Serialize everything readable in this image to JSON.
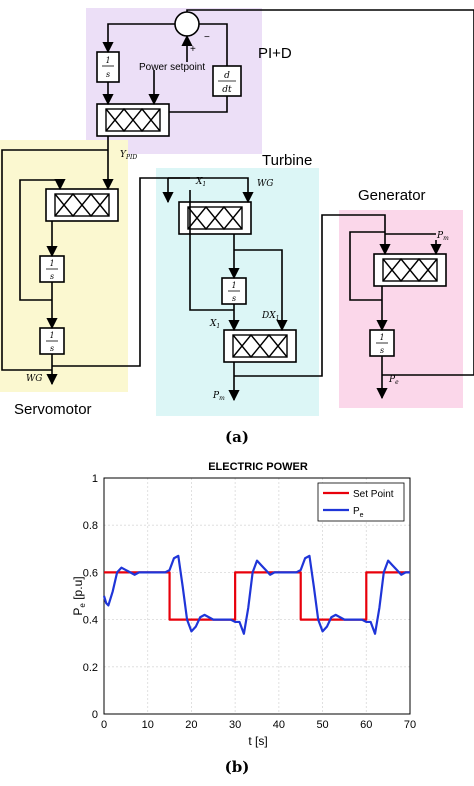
{
  "diagram": {
    "caption": "(a)",
    "regions": {
      "pid": "PI+D",
      "turbine": "Turbine",
      "generator": "Generator",
      "servo": "Servomotor"
    },
    "colors": {
      "pid": "#ecdff7",
      "turbine": "#dcf6f6",
      "generator": "#fbd7ea",
      "servo": "#fbf8d0"
    },
    "blocks": {
      "integrator": "1/s",
      "derivative": "d/dt",
      "setpoint": "Power setpoint"
    },
    "summing": {
      "plus": "+",
      "minus": "−"
    },
    "signals": {
      "y_pid": "Y",
      "y_pid_sub": "PID",
      "wg": "WG",
      "x1": "X",
      "x1_sub": "1",
      "dx1": "DX",
      "dx1_sub": "1",
      "pm": "P",
      "pm_sub": "m",
      "pe": "P",
      "pe_sub": "e"
    }
  },
  "plot": {
    "caption": "(b)",
    "colors": {
      "setpoint": "#e8000b",
      "pe": "#1f35d8"
    }
  },
  "chart_data": {
    "type": "line",
    "title": "ELECTRIC POWER",
    "xlabel": "t [s]",
    "ylabel": "P",
    "ylabel_sub": "e",
    "ylabel_unit": " [p.u]",
    "xlim": [
      0,
      70
    ],
    "ylim": [
      0,
      1
    ],
    "xticks": [
      0,
      10,
      20,
      30,
      40,
      50,
      60,
      70
    ],
    "yticks": [
      0,
      0.2,
      0.4,
      0.6,
      0.8,
      1
    ],
    "xtick_labels": [
      "0",
      "10",
      "20",
      "30",
      "40",
      "50",
      "60",
      "70"
    ],
    "ytick_labels": [
      "0",
      "0.2",
      "0.4",
      "0.6",
      "0.8",
      "1"
    ],
    "grid": true,
    "legend_position": "top-right",
    "series": [
      {
        "name": "Set Point",
        "color": "#e8000b",
        "x": [
          0,
          15,
          15,
          30,
          30,
          45,
          45,
          60,
          60,
          70
        ],
        "y": [
          0.6,
          0.6,
          0.4,
          0.4,
          0.6,
          0.6,
          0.4,
          0.4,
          0.6,
          0.6
        ]
      },
      {
        "name": "P",
        "name_sub": "e",
        "color": "#1f35d8",
        "x": [
          0,
          0.5,
          1,
          2,
          3,
          4,
          5,
          6,
          7,
          8,
          10,
          12,
          14,
          15,
          16,
          17,
          18,
          19,
          20,
          21,
          22,
          23,
          24,
          25,
          27,
          29,
          30,
          31,
          32,
          33,
          34,
          35,
          36,
          37,
          38,
          39,
          40,
          42,
          44,
          45,
          46,
          47,
          48,
          49,
          50,
          51,
          52,
          53,
          54,
          55,
          57,
          59,
          60,
          61,
          62,
          63,
          64,
          65,
          66,
          67,
          68,
          69,
          70
        ],
        "y": [
          0.5,
          0.47,
          0.46,
          0.52,
          0.6,
          0.62,
          0.61,
          0.6,
          0.59,
          0.6,
          0.6,
          0.6,
          0.6,
          0.61,
          0.66,
          0.67,
          0.54,
          0.4,
          0.35,
          0.37,
          0.41,
          0.42,
          0.41,
          0.4,
          0.4,
          0.4,
          0.39,
          0.39,
          0.34,
          0.45,
          0.6,
          0.65,
          0.63,
          0.61,
          0.59,
          0.6,
          0.6,
          0.6,
          0.6,
          0.61,
          0.66,
          0.67,
          0.54,
          0.4,
          0.35,
          0.37,
          0.41,
          0.42,
          0.41,
          0.4,
          0.4,
          0.4,
          0.39,
          0.39,
          0.34,
          0.45,
          0.6,
          0.65,
          0.63,
          0.61,
          0.59,
          0.6,
          0.6
        ]
      }
    ]
  }
}
